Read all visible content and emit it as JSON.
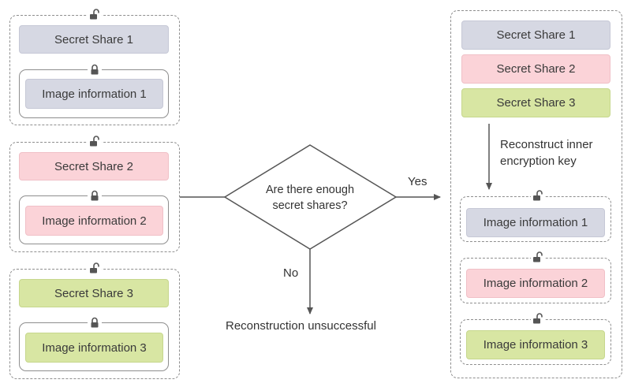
{
  "left_groups": [
    {
      "share": "Secret Share 1",
      "image": "Image information 1"
    },
    {
      "share": "Secret Share 2",
      "image": "Image information 2"
    },
    {
      "share": "Secret Share 3",
      "image": "Image information 3"
    }
  ],
  "decision": {
    "line1": "Are there enough",
    "line2": "secret shares?"
  },
  "yes_label": "Yes",
  "no_label": "No",
  "failure_text": "Reconstruction unsuccessful",
  "right": {
    "shares": [
      "Secret Share 1",
      "Secret Share 2",
      "Secret Share 3"
    ],
    "step_line1": "Reconstruct inner",
    "step_line2": "encryption key",
    "images": [
      "Image information 1",
      "Image information 2",
      "Image information 3"
    ]
  },
  "colors": {
    "share1": "#d6d8e3",
    "share2": "#fbd3d8",
    "share3": "#d8e6a3",
    "line": "#555555"
  },
  "icons": {
    "open": "unlocked-padlock-icon",
    "closed": "locked-padlock-icon"
  }
}
